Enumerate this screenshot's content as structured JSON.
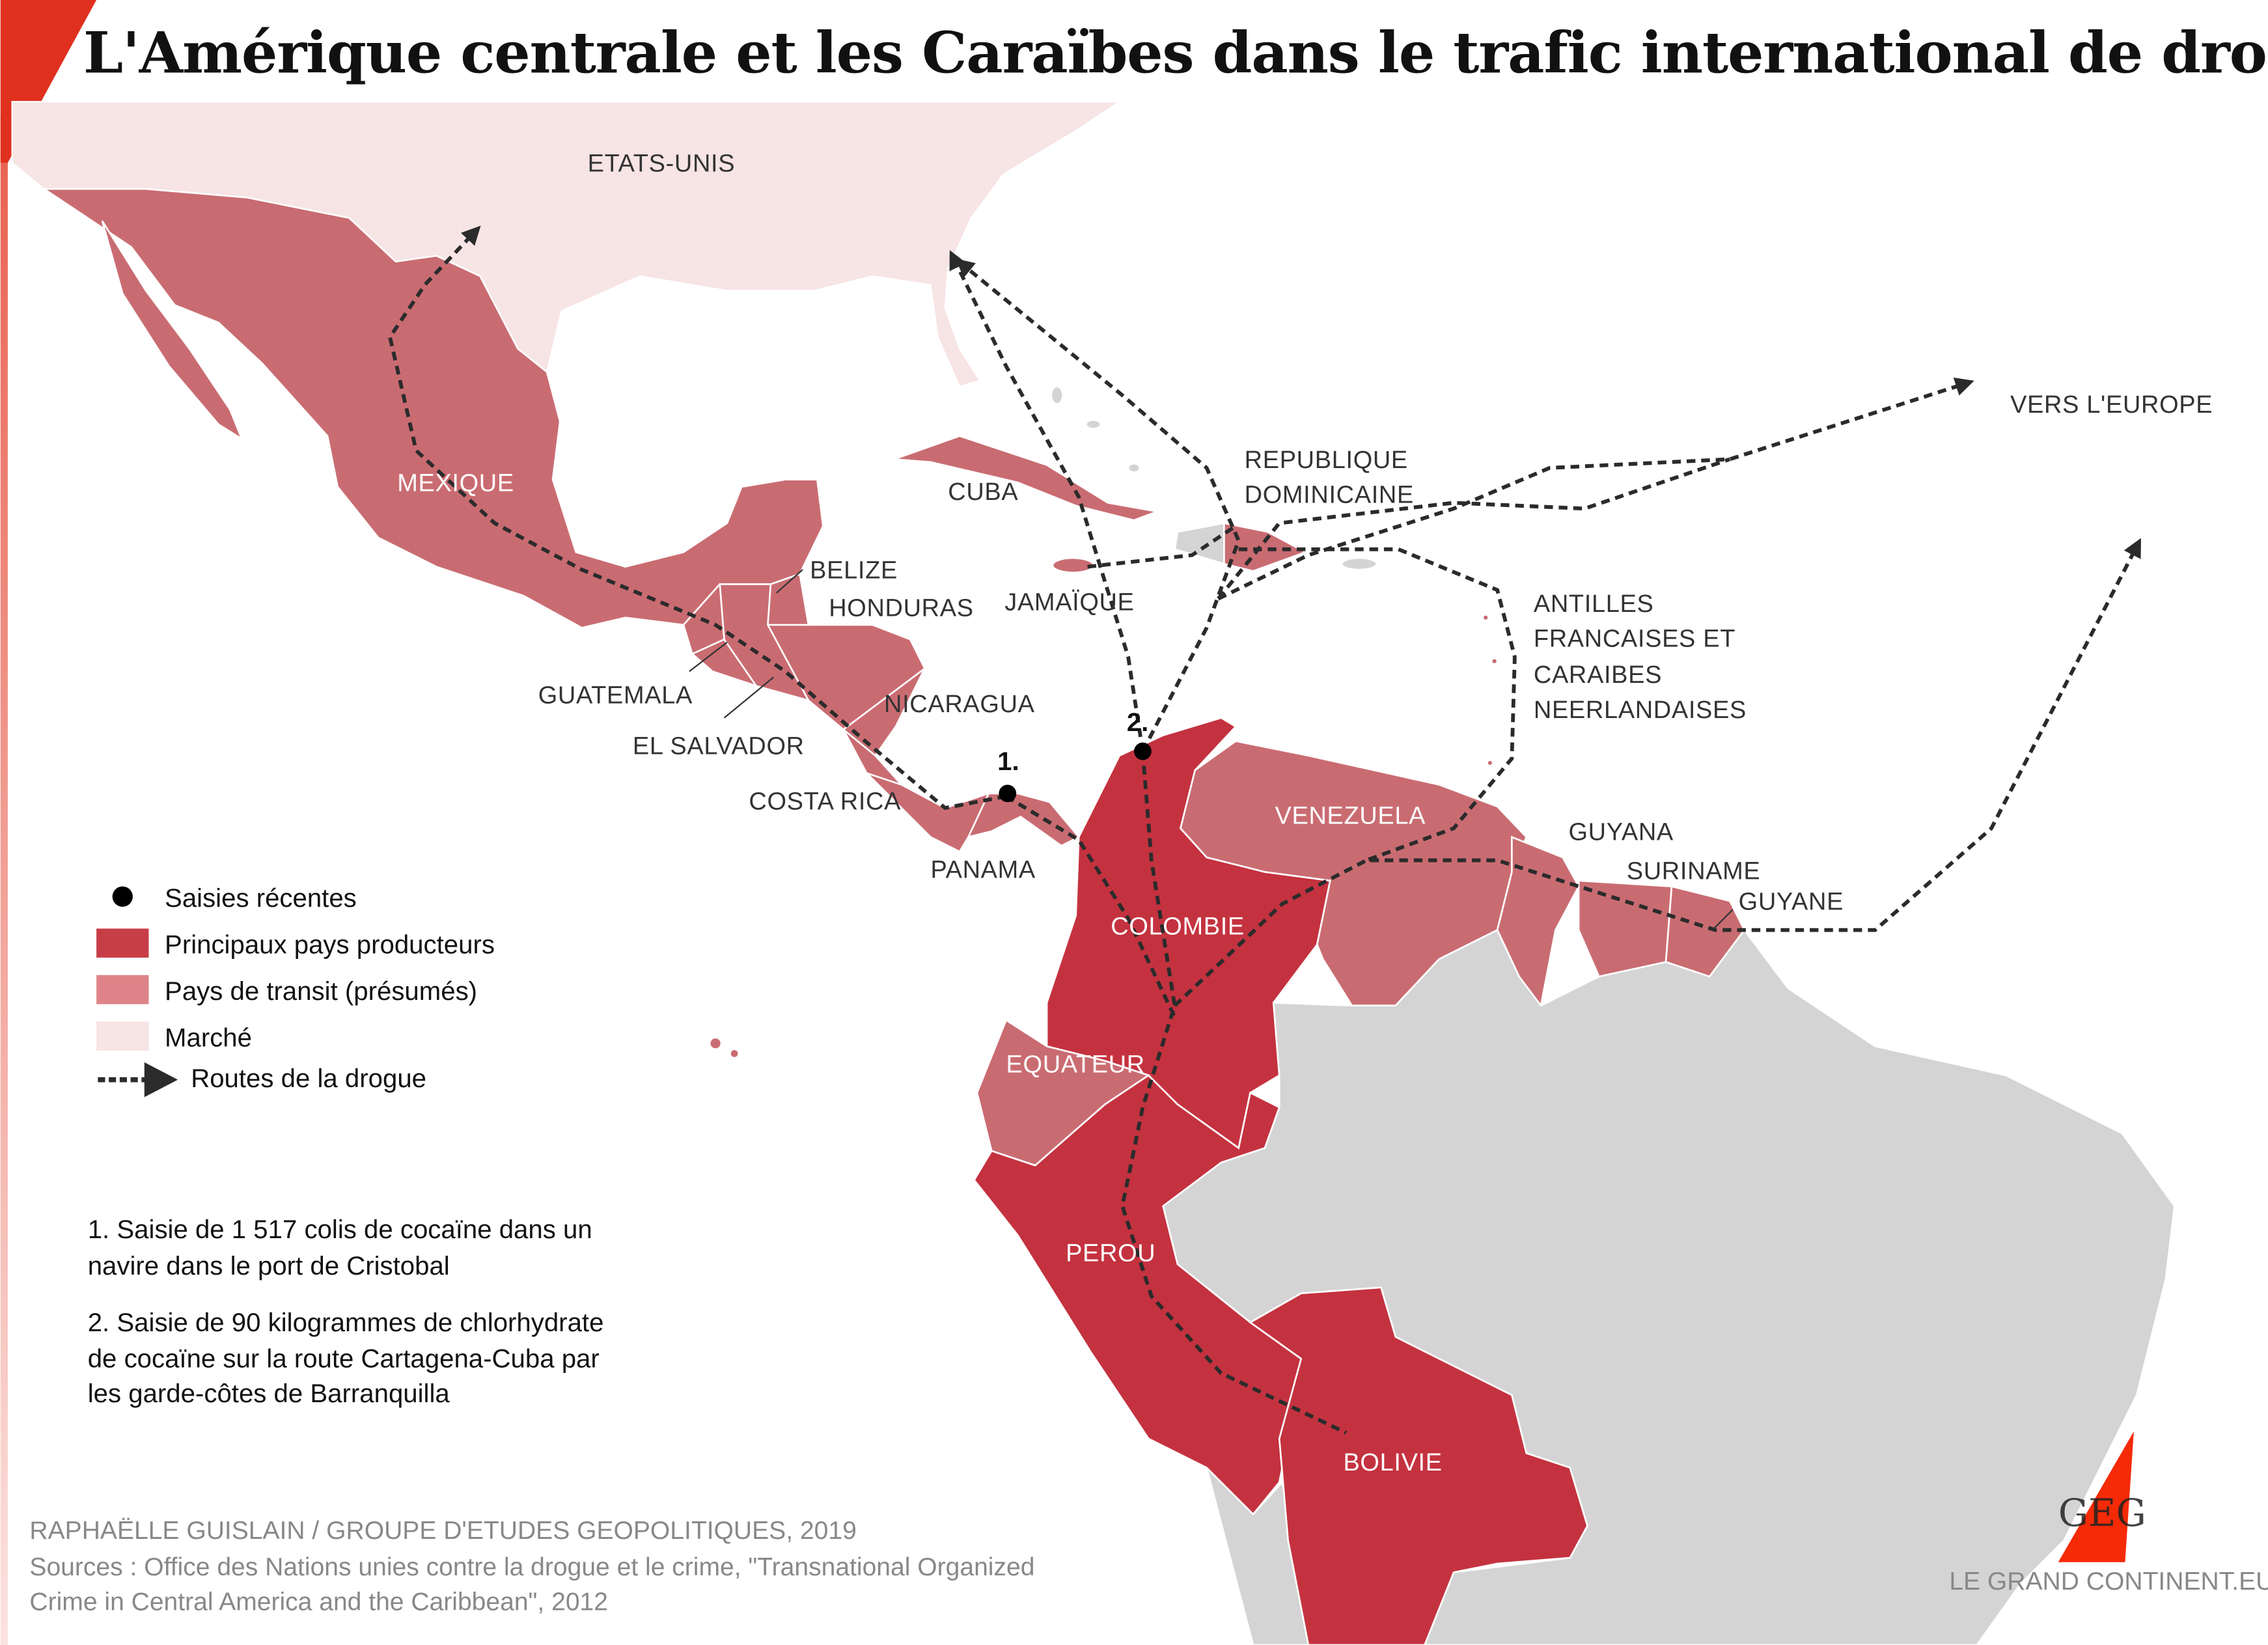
{
  "title": "L'Amérique centrale et les Caraïbes dans le trafic international de drogues",
  "colors": {
    "producer": "#c4323f",
    "transit": "#c96c72",
    "transit_legend": "#de8488",
    "market": "#f7e4e5",
    "other_land": "#d4d4d4",
    "route": "#2b2b2b",
    "accent": "#e0301e"
  },
  "labels": {
    "usa": "ETATS-UNIS",
    "mexique": "MEXIQUE",
    "cuba": "CUBA",
    "rep_dom_1": "REPUBLIQUE",
    "rep_dom_2": "DOMINICAINE",
    "belize": "BELIZE",
    "honduras": "HONDURAS",
    "jamaique": "JAMAÏQUE",
    "guatemala": "GUATEMALA",
    "nicaragua": "NICARAGUA",
    "el_salvador": "EL SALVADOR",
    "costa_rica": "COSTA RICA",
    "panama": "PANAMA",
    "antilles_1": "ANTILLES",
    "antilles_2": "FRANCAISES ET",
    "antilles_3": "CARAIBES",
    "antilles_4": "NEERLANDAISES",
    "vers_europe": "VERS L'EUROPE",
    "venezuela": "VENEZUELA",
    "guyana": "GUYANA",
    "suriname": "SURINAME",
    "guyane": "GUYANE",
    "colombie": "COLOMBIE",
    "equateur": "EQUATEUR",
    "perou": "PEROU",
    "bolivie": "BOLIVIE"
  },
  "seizures": [
    {
      "marker": "1."
    },
    {
      "marker": "2."
    }
  ],
  "legend": [
    {
      "symbol": "dot",
      "label": "Saisies récentes"
    },
    {
      "symbol": "producer",
      "label": "Principaux pays producteurs"
    },
    {
      "symbol": "transit",
      "label": "Pays de transit (présumés)"
    },
    {
      "symbol": "market",
      "label": "Marché"
    },
    {
      "symbol": "route-arrow",
      "label": "Routes de la drogue"
    }
  ],
  "notes": {
    "n1_line1": "1. Saisie de 1 517 colis de cocaïne dans un",
    "n1_line2": "navire dans le port de Cristobal",
    "n2_line1": "2. Saisie de 90 kilogrammes de chlorhydrate",
    "n2_line2": "de cocaïne sur la route Cartagena-Cuba par",
    "n2_line3": "les garde-côtes de Barranquilla"
  },
  "credits": {
    "author": "RAPHAËLLE GUISLAIN / GROUPE D'ETUDES GEOPOLITIQUES, 2019",
    "sources_1": "Sources : Office des Nations unies contre la drogue et le crime, \"Transnational Organized",
    "sources_2": "Crime in Central America and the Caribbean\", 2012"
  },
  "logo": {
    "mark": "GEG",
    "site": "LE GRAND CONTINENT.EU"
  }
}
